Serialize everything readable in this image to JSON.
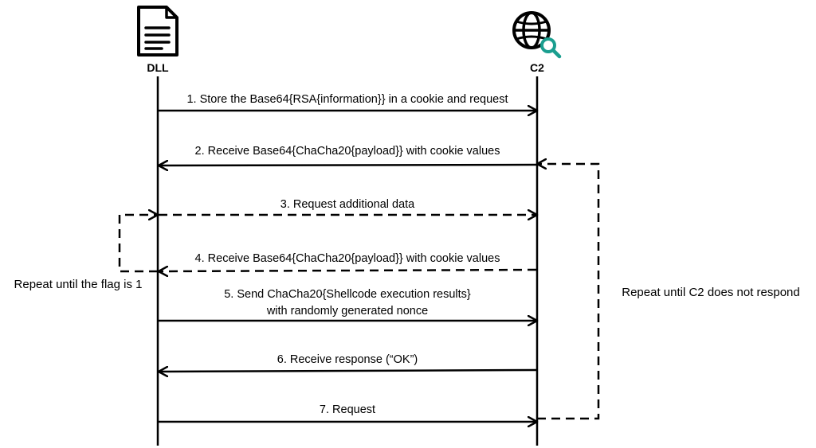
{
  "participants": {
    "left": {
      "label": "DLL",
      "icon": "document-icon"
    },
    "right": {
      "label": "C2",
      "icon": "globe-search-icon"
    }
  },
  "messages": [
    {
      "step": 1,
      "lines": [
        "1. Store the Base64{RSA{information}} in a cookie and request"
      ],
      "direction": "right",
      "style": "solid"
    },
    {
      "step": 2,
      "lines": [
        "2. Receive Base64{ChaCha20{payload}} with cookie values"
      ],
      "direction": "left",
      "style": "solid"
    },
    {
      "step": 3,
      "lines": [
        "3. Request additional data"
      ],
      "direction": "right",
      "style": "dashed"
    },
    {
      "step": 4,
      "lines": [
        "4. Receive Base64{ChaCha20{payload}} with cookie values"
      ],
      "direction": "left",
      "style": "dashed"
    },
    {
      "step": 5,
      "lines": [
        "5. Send ChaCha20{Shellcode execution results}",
        "with randomly generated nonce"
      ],
      "direction": "right",
      "style": "solid"
    },
    {
      "step": 6,
      "lines": [
        "6. Receive response (“OK”)"
      ],
      "direction": "left",
      "style": "solid"
    },
    {
      "step": 7,
      "lines": [
        "7. Request"
      ],
      "direction": "right",
      "style": "solid"
    }
  ],
  "loops": {
    "inner": {
      "label": "Repeat until the flag is 1"
    },
    "outer": {
      "label": "Repeat until C2 does not respond"
    }
  },
  "colors": {
    "line": "#000000",
    "accent": "#1a9e8f"
  }
}
